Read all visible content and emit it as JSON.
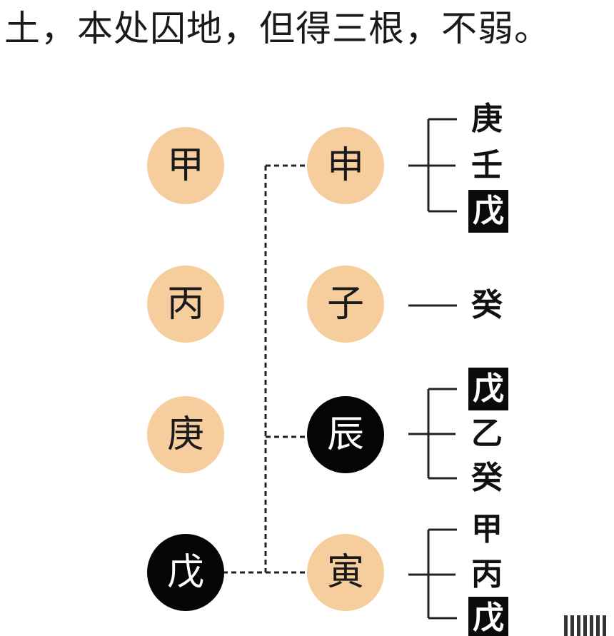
{
  "header": {
    "text": "土，本处囚地，但得三根，不弱。"
  },
  "stems": [
    {
      "char": "甲",
      "style": "light"
    },
    {
      "char": "丙",
      "style": "light"
    },
    {
      "char": "庚",
      "style": "light"
    },
    {
      "char": "戊",
      "style": "dark"
    }
  ],
  "branches": [
    {
      "char": "申",
      "style": "light",
      "hidden": [
        {
          "char": "庚",
          "highlight": false
        },
        {
          "char": "壬",
          "highlight": false
        },
        {
          "char": "戊",
          "highlight": true
        }
      ]
    },
    {
      "char": "子",
      "style": "light",
      "hidden": [
        {
          "char": "癸",
          "highlight": false
        }
      ]
    },
    {
      "char": "辰",
      "style": "dark",
      "hidden": [
        {
          "char": "戊",
          "highlight": true
        },
        {
          "char": "乙",
          "highlight": false
        },
        {
          "char": "癸",
          "highlight": false
        }
      ]
    },
    {
      "char": "寅",
      "style": "light",
      "hidden": [
        {
          "char": "甲",
          "highlight": false
        },
        {
          "char": "丙",
          "highlight": false
        },
        {
          "char": "戊",
          "highlight": true
        }
      ]
    }
  ],
  "colors": {
    "light_circle": "#f6cd9c",
    "dark_circle": "#050505",
    "line": "#222222"
  }
}
